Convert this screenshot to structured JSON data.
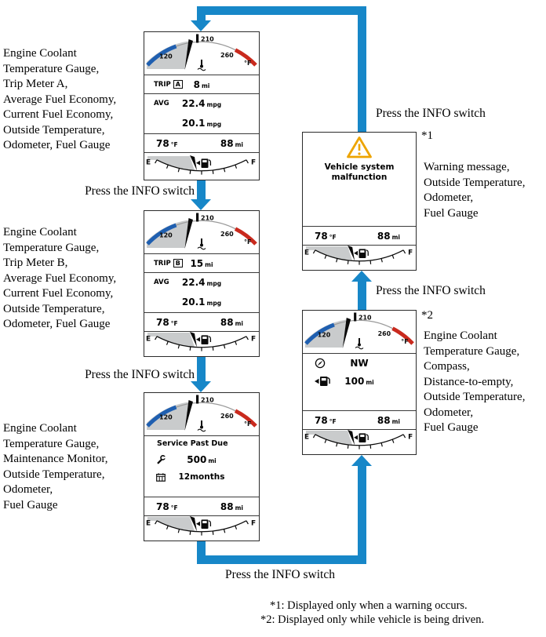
{
  "colors": {
    "arrow": "#1787c8",
    "cold": "#1f5fb0",
    "hot": "#c92a1e",
    "warning": "#eda400",
    "fill": "#c9cbcc"
  },
  "labels": {
    "info_switch": "Press the INFO switch",
    "ref_1": "*1",
    "ref_2": "*2",
    "footnote_1": "*1: Displayed only when a warning occurs.",
    "footnote_2": "*2: Displayed only while vehicle is being driven."
  },
  "captions": {
    "screen_trip_a": "Engine Coolant\nTemperature Gauge,\nTrip Meter A,\nAverage Fuel Economy,\nCurrent Fuel Economy,\nOutside Temperature,\nOdometer, Fuel Gauge",
    "screen_trip_b": "Engine Coolant\nTemperature Gauge,\nTrip Meter B,\nAverage Fuel Economy,\nCurrent Fuel Economy,\nOutside Temperature,\nOdometer, Fuel Gauge",
    "screen_maintenance": "Engine Coolant\nTemperature Gauge,\nMaintenance Monitor,\nOutside Temperature,\nOdometer,\nFuel Gauge",
    "screen_warning": "Warning message,\nOutside Temperature,\nOdometer,\nFuel Gauge",
    "screen_compass": "Engine Coolant\nTemperature Gauge,\nCompass,\nDistance-to-empty,\nOutside Temperature,\nOdometer,\nFuel Gauge"
  },
  "temp_gauge": {
    "tick_low": "120",
    "tick_mid": "210",
    "tick_high": "260",
    "unit": "°F"
  },
  "fuel_gauge": {
    "empty": "E",
    "full": "F"
  },
  "icons": {
    "coolant_temp": "thermometer-over-waves",
    "fuel_pump": "pump-with-left-arrow",
    "wrench": "slanted-wrench",
    "calendar": "calendar-grid",
    "compass": "circle-with-needle",
    "warning": "triangle-exclamation"
  },
  "screens": {
    "trip_a": {
      "trip_label": "TRIP",
      "trip_id": "A",
      "trip_value": "8",
      "trip_unit": "mi",
      "avg_label": "AVG",
      "avg_value": "22.4",
      "avg_unit": "mpg",
      "cur_value": "20.1",
      "cur_unit": "mpg",
      "outside_temp": "78",
      "temp_unit": "°F",
      "odometer": "88",
      "odo_unit": "mi"
    },
    "trip_b": {
      "trip_label": "TRIP",
      "trip_id": "B",
      "trip_value": "15",
      "trip_unit": "mi",
      "avg_label": "AVG",
      "avg_value": "22.4",
      "avg_unit": "mpg",
      "cur_value": "20.1",
      "cur_unit": "mpg",
      "outside_temp": "78",
      "temp_unit": "°F",
      "odometer": "88",
      "odo_unit": "mi"
    },
    "maintenance": {
      "title": "Service Past Due",
      "distance_value": "500",
      "distance_unit": "mi",
      "time_value": "12months",
      "outside_temp": "78",
      "temp_unit": "°F",
      "odometer": "88",
      "odo_unit": "mi"
    },
    "warning": {
      "message": "Vehicle system\nmalfunction",
      "outside_temp": "78",
      "temp_unit": "°F",
      "odometer": "88",
      "odo_unit": "mi"
    },
    "compass": {
      "direction": "NW",
      "range_value": "100",
      "range_unit": "mi",
      "outside_temp": "78",
      "temp_unit": "°F",
      "odometer": "88",
      "odo_unit": "mi"
    }
  }
}
